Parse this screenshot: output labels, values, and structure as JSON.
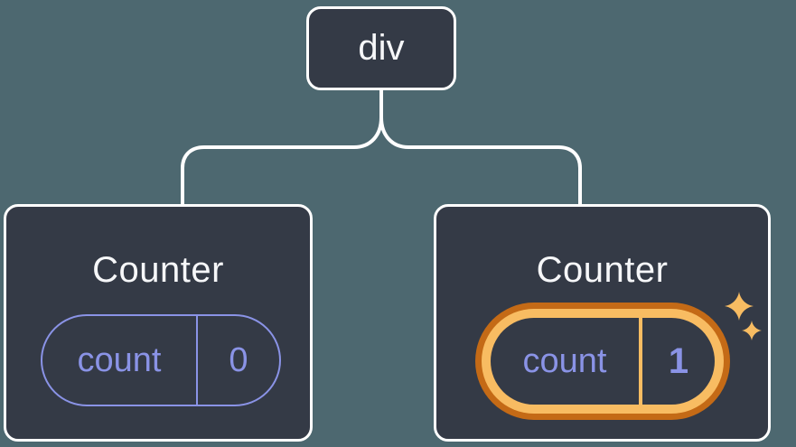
{
  "colors": {
    "bg": "#4D6870",
    "node_bg": "#343A46",
    "line": "#FFFFFF",
    "text": "#F6F7F9",
    "purple": "#8A93E6",
    "orange_dark": "#C46A16",
    "orange_light": "#F8BC62"
  },
  "diagram": {
    "type": "component-tree",
    "root": {
      "label": "div"
    },
    "children": [
      {
        "title": "Counter",
        "state": {
          "key": "count",
          "value": "0"
        },
        "highlighted": false
      },
      {
        "title": "Counter",
        "state": {
          "key": "count",
          "value": "1"
        },
        "highlighted": true
      }
    ]
  }
}
